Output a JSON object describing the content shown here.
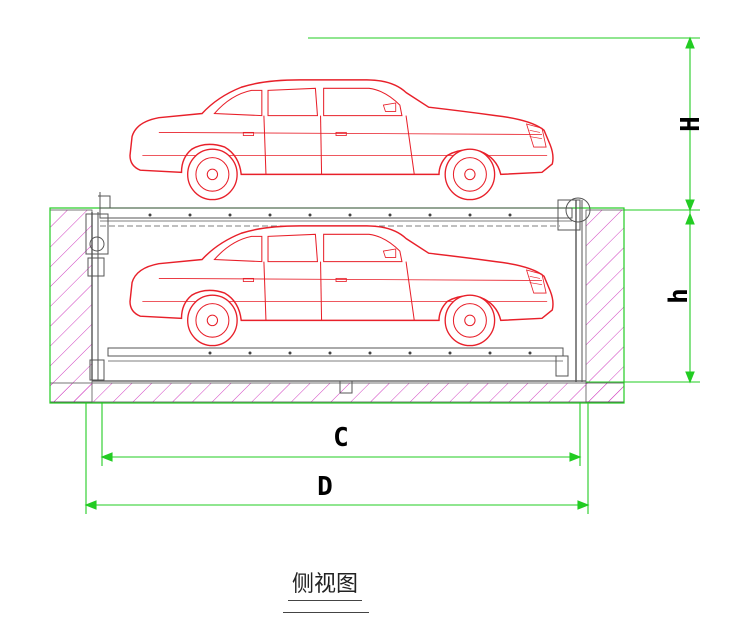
{
  "dimensions": {
    "upper_height_label": "H",
    "lower_height_label": "h",
    "inner_width_label": "C",
    "outer_width_label": "D"
  },
  "caption": "侧视图",
  "colors": {
    "car": "#e8202a",
    "dimension": "#22cc22",
    "frame": "#555555",
    "hatch": "#d040c0"
  }
}
